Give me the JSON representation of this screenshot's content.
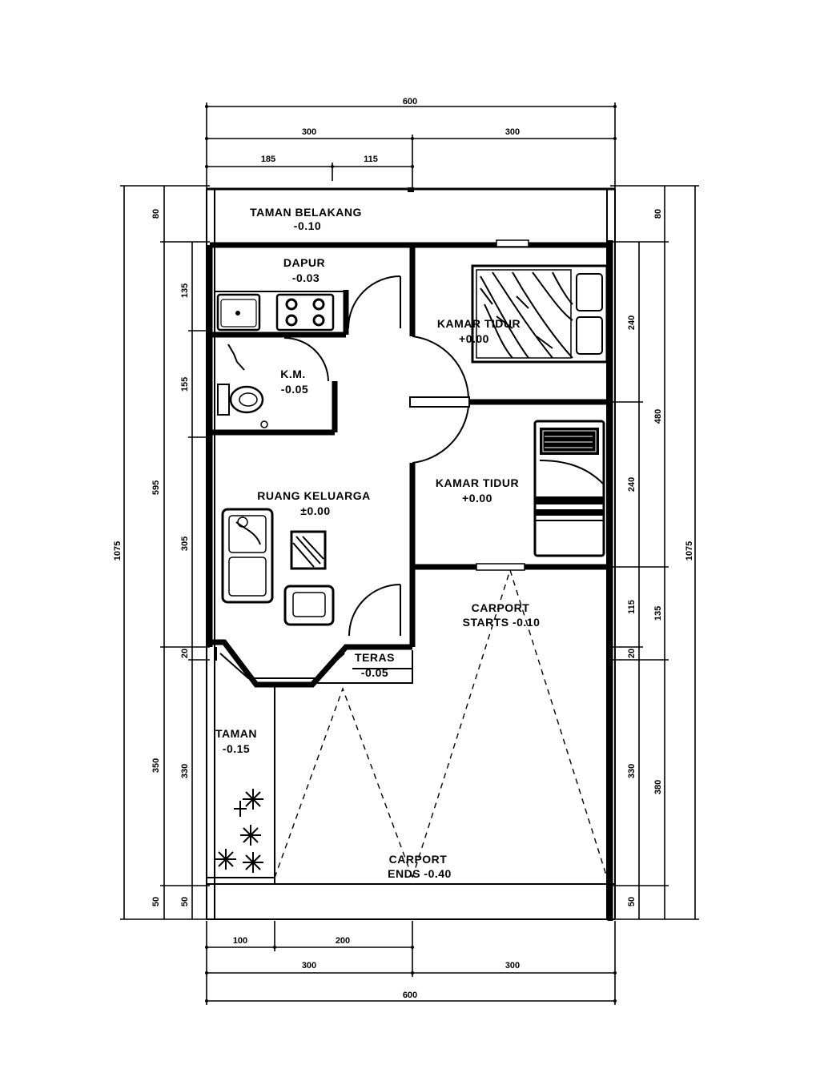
{
  "rooms": {
    "taman_belakang": {
      "name": "TAMAN  BELAKANG",
      "level": "-0.10"
    },
    "dapur": {
      "name": "DAPUR",
      "level": "-0.03"
    },
    "kamar_tidur_1": {
      "name": "KAMAR TIDUR",
      "level": "+0.00"
    },
    "km": {
      "name": "K.M.",
      "level": "-0.05"
    },
    "kamar_tidur_2": {
      "name": "KAMAR  TIDUR",
      "level": "+0.00"
    },
    "ruang_keluarga": {
      "name": "RUANG  KELUARGA",
      "level": "±0.00"
    },
    "carport_start": {
      "name": "CARPORT",
      "level": "STARTS  -0.10"
    },
    "teras": {
      "name": "TERAS",
      "level": "-0.05"
    },
    "taman": {
      "name": "TAMAN",
      "level": "-0.15"
    },
    "carport_end": {
      "name": "CARPORT",
      "level": "ENDS  -0.40"
    }
  },
  "dimensions": {
    "top": {
      "total": "600",
      "half_left": "300",
      "half_right": "300",
      "seg_a": "185",
      "seg_b": "115"
    },
    "bottom": {
      "seg_a": "100",
      "seg_b": "200",
      "half_left": "300",
      "half_right": "300",
      "total": "600"
    },
    "left": {
      "total": "1075",
      "d1": "80",
      "d2": "595",
      "d3": "350",
      "d4": "50",
      "i1": "135",
      "i2": "155",
      "i3": "305",
      "i4": "20",
      "i5": "330",
      "i6": "50"
    },
    "right": {
      "total": "1075",
      "d1": "80",
      "d2": "480",
      "d3": "135",
      "d4": "380",
      "i1": "240",
      "i2": "240",
      "i3": "115",
      "i4": "20",
      "i5": "330",
      "i6": "50"
    }
  }
}
